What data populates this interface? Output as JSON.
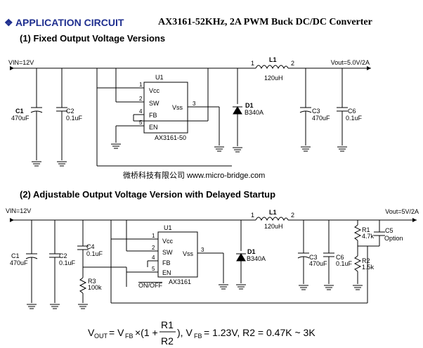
{
  "header": {
    "bullet_symbol": "❖",
    "section_title": "APPLICATION CIRCUIT",
    "title": "AX3161-52KHz, 2A PWM Buck DC/DC Converter"
  },
  "circuit1": {
    "heading": "(1) Fixed Output Voltage Versions",
    "vin": "VIN=12V",
    "vout": "Vout=5.0V/2A",
    "inductor_ref": "L1",
    "inductor_val": "120uH",
    "ind_pin1": "1",
    "ind_pin2": "2",
    "ic_ref": "U1",
    "ic_name": "AX3161-50",
    "ic_pins": {
      "vcc": "Vcc",
      "sw": "SW",
      "fb": "FB",
      "en": "EN",
      "vss": "Vss"
    },
    "ic_pin_nums": {
      "p1": "1",
      "p2": "2",
      "p4": "4",
      "p5": "5",
      "p3": "3"
    },
    "c1_ref": "C1",
    "c1_val": "470uF",
    "c2_ref": "C2",
    "c2_val": "0.1uF",
    "d1_ref": "D1",
    "d1_val": "B340A",
    "c3_ref": "C3",
    "c3_val": "470uF",
    "c6_ref": "C6",
    "c6_val": "0.1uF",
    "watermark": "微桥科技有限公司 www.micro-bridge.com"
  },
  "circuit2": {
    "heading": "(2) Adjustable Output Voltage Version with Delayed Startup",
    "vin": "VIN=12V",
    "vout": "Vout=5V/2A",
    "inductor_ref": "L1",
    "inductor_val": "120uH",
    "ind_pin1": "1",
    "ind_pin2": "2",
    "ic_ref": "U1",
    "ic_name": "AX3161",
    "ic_pins": {
      "vcc": "Vcc",
      "sw": "SW",
      "fb": "FB",
      "en": "EN",
      "vss": "Vss"
    },
    "ic_pin_nums": {
      "p1": "1",
      "p2": "2",
      "p4": "4",
      "p5": "5",
      "p3": "3"
    },
    "c1_ref": "C1",
    "c1_val": "470uF",
    "c2_ref": "C2",
    "c2_val": "0.1uF",
    "c4_ref": "C4",
    "c4_val": "0.1uF",
    "r3_ref": "R3",
    "r3_val": "100k",
    "on_off": "ON/OFF",
    "d1_ref": "D1",
    "d1_val": "B340A",
    "c3_ref": "C3",
    "c3_val": "470uF",
    "c6_ref": "C6",
    "c6_val": "0.1uF",
    "r1_ref": "R1",
    "r1_val": "4.7k",
    "r2_ref": "R2",
    "r2_val": "1.5k",
    "c5_ref": "C5",
    "c5_val": "Option"
  },
  "formula": {
    "vout_v": "V",
    "vout_sub": "OUT",
    "eq": "= V",
    "vfb_sub": "FB",
    "times": "×(1 +",
    "num": "R1",
    "den": "R2",
    "close": "), V",
    "vfb2_sub": "FB",
    "rest": "= 1.23V, R2 = 0.47K ~ 3K"
  }
}
